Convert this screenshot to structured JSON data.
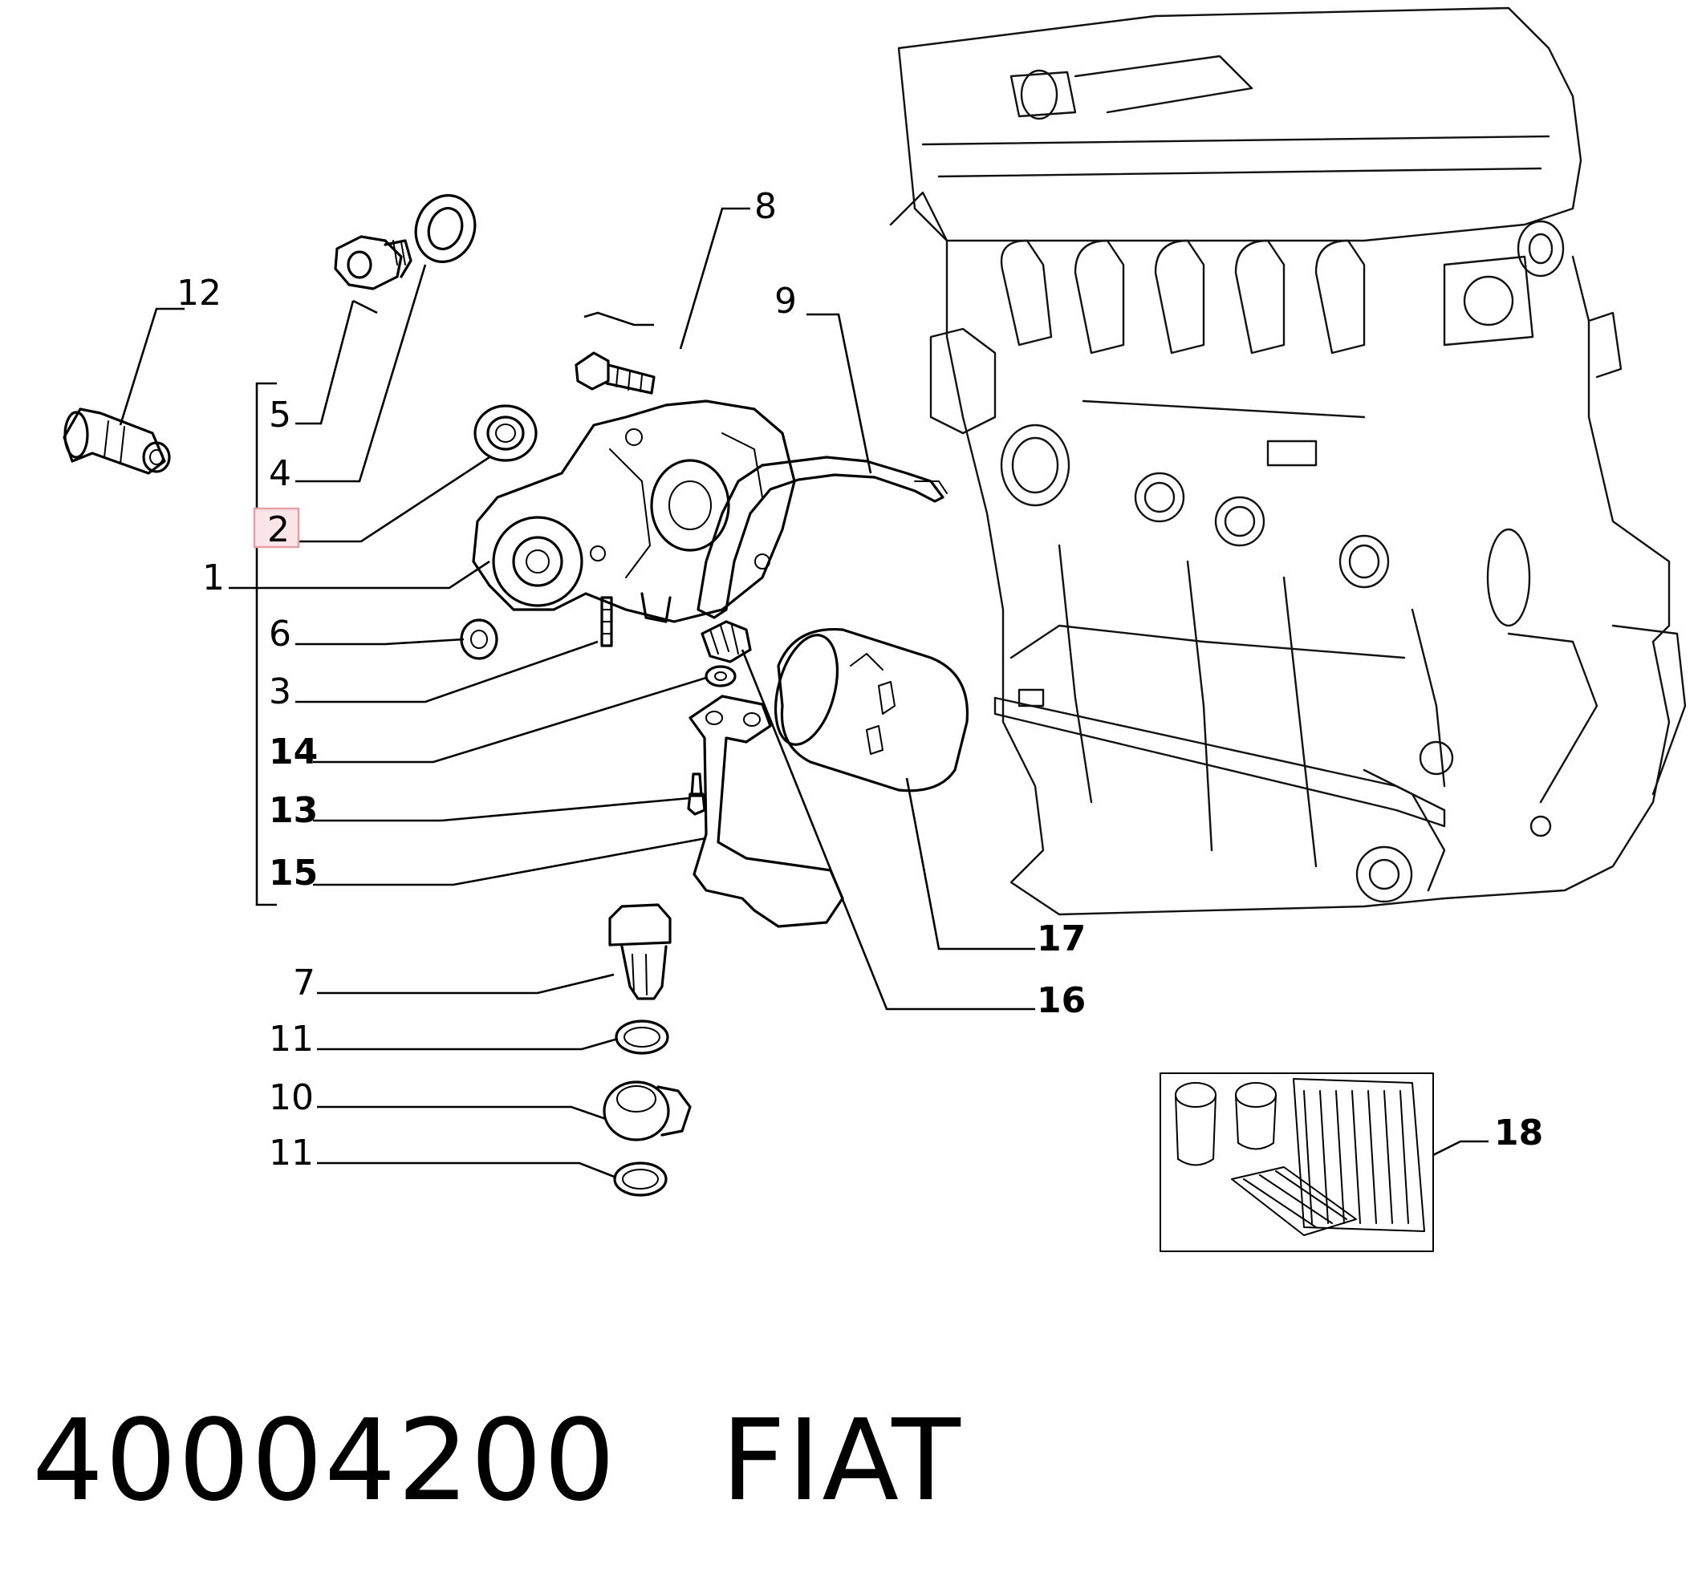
{
  "callouts": {
    "c1": "1",
    "c2": "2",
    "c3": "3",
    "c4": "4",
    "c5": "5",
    "c6": "6",
    "c7": "7",
    "c8": "8",
    "c9": "9",
    "c10": "10",
    "c11a": "11",
    "c11b": "11",
    "c12": "12",
    "c13": "13",
    "c14": "14",
    "c15": "15",
    "c16": "16",
    "c17": "17",
    "c18": "18"
  },
  "highlight_color": "#e8a0a8",
  "footer": {
    "part_number": "40004200",
    "brand": "FIAT"
  }
}
